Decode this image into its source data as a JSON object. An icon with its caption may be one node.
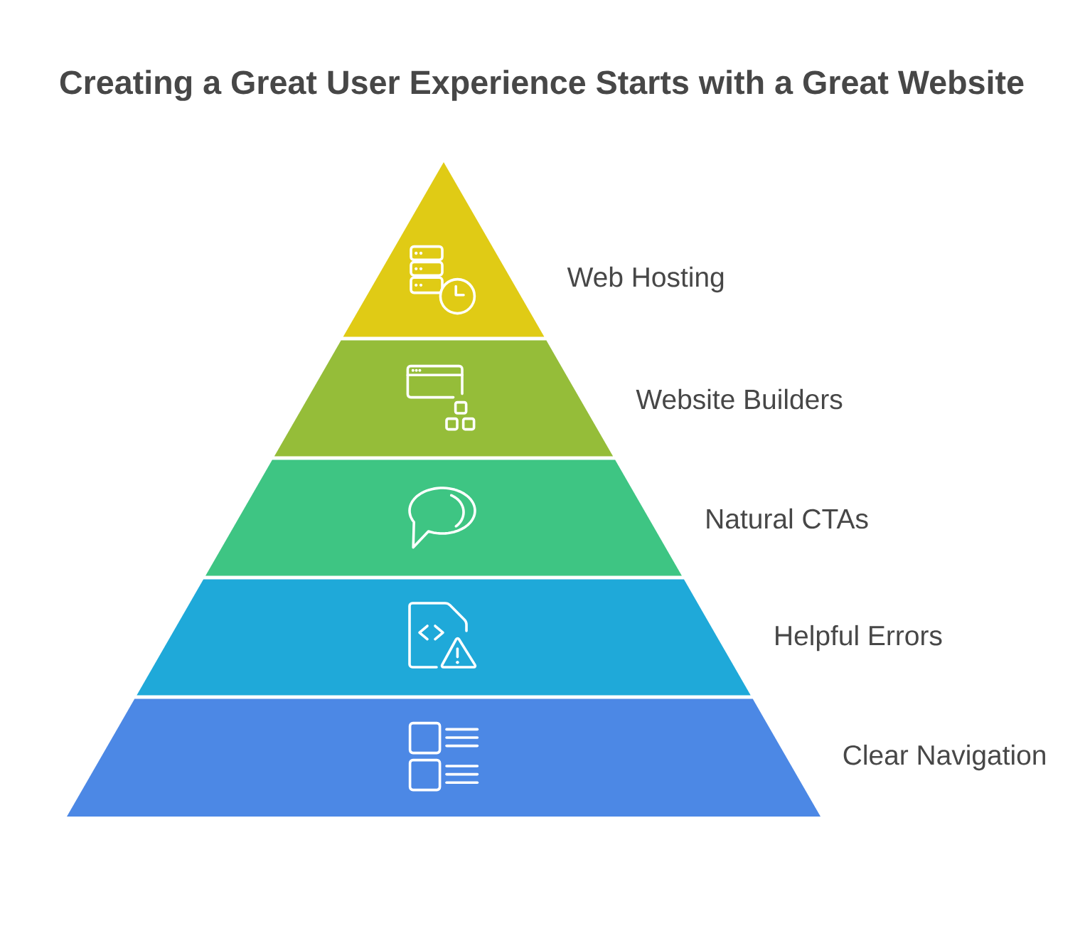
{
  "diagram": {
    "title": "Creating a Great User Experience Starts with a Great Website",
    "nodes": [
      {
        "text": [
          "Web Hosting"
        ]
      },
      {
        "text": [
          "Website Builders"
        ]
      },
      {
        "text": [
          "Natural CTAs"
        ]
      },
      {
        "text": [
          "Helpful Errors"
        ]
      },
      {
        "text": [
          "Clear Navigation"
        ]
      }
    ]
  }
}
